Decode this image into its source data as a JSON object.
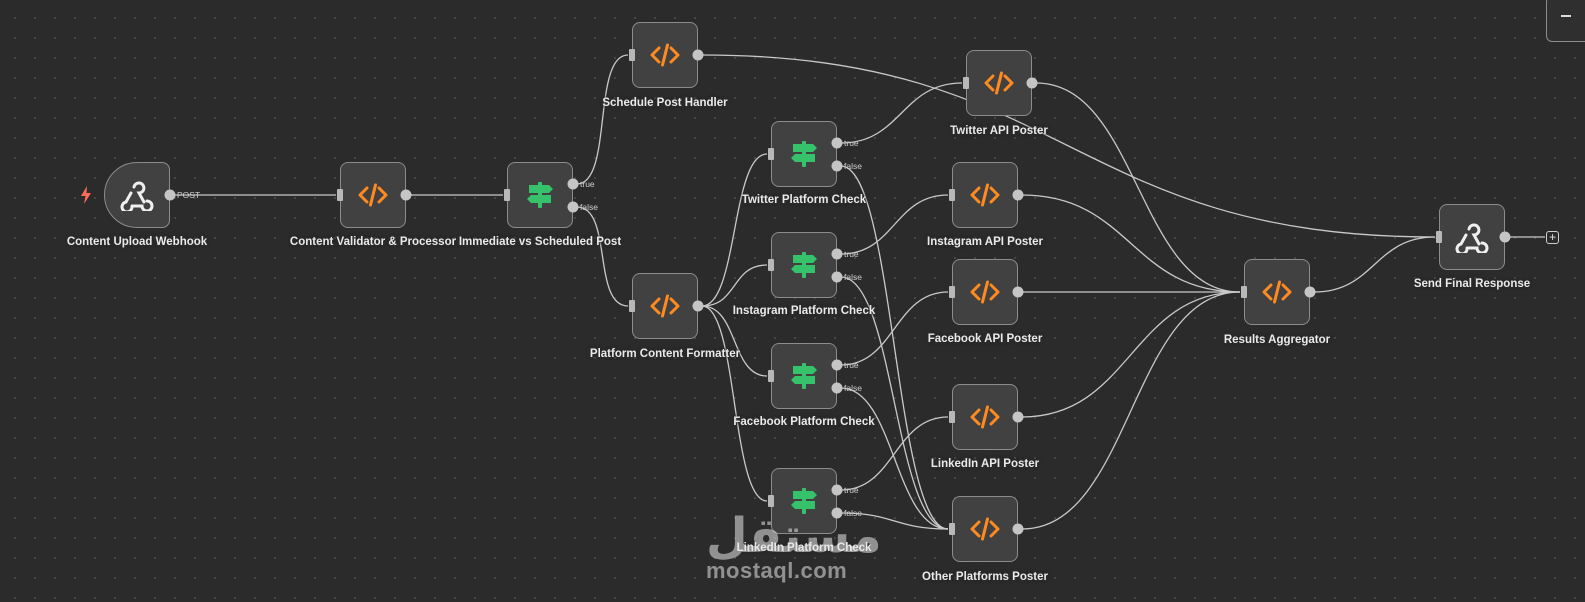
{
  "canvas": {
    "background": "#2b2b2b",
    "grid_dot_color": "#4a4a4a"
  },
  "colors": {
    "code_icon": "#ff8a1f",
    "if_icon": "#35c26b",
    "trigger_bolt": "#ff6d5a",
    "edge": "#c9c9c9"
  },
  "nodes": [
    {
      "id": "webhook",
      "label": "Content Upload Webhook",
      "icon": "webhook-icon"
    },
    {
      "id": "validator",
      "label": "Content Validator & Processor",
      "icon": "code-icon"
    },
    {
      "id": "ifsched",
      "label": "Immediate vs Scheduled Post",
      "icon": "if-icon"
    },
    {
      "id": "schedule",
      "label": "Schedule Post Handler",
      "icon": "code-icon"
    },
    {
      "id": "formatter",
      "label": "Platform Content Formatter",
      "icon": "code-icon"
    },
    {
      "id": "twcheck",
      "label": "Twitter Platform Check",
      "icon": "if-icon"
    },
    {
      "id": "igcheck",
      "label": "Instagram Platform Check",
      "icon": "if-icon"
    },
    {
      "id": "fbcheck",
      "label": "Facebook Platform Check",
      "icon": "if-icon"
    },
    {
      "id": "licheck",
      "label": "LinkedIn Platform Check",
      "icon": "if-icon"
    },
    {
      "id": "twpost",
      "label": "Twitter API Poster",
      "icon": "code-icon"
    },
    {
      "id": "igpost",
      "label": "Instagram API Poster",
      "icon": "code-icon"
    },
    {
      "id": "fbpost",
      "label": "Facebook API Poster",
      "icon": "code-icon"
    },
    {
      "id": "lipost",
      "label": "LinkedIn API Poster",
      "icon": "code-icon"
    },
    {
      "id": "otherpost",
      "label": "Other Platforms Poster",
      "icon": "code-icon"
    },
    {
      "id": "aggregator",
      "label": "Results Aggregator",
      "icon": "code-icon"
    },
    {
      "id": "final",
      "label": "Send Final Response",
      "icon": "webhook-icon"
    }
  ],
  "port_labels": {
    "post": "POST",
    "true": "true",
    "false": "false"
  },
  "connections": [
    [
      "webhook",
      "main",
      "validator"
    ],
    [
      "validator",
      "main",
      "ifsched"
    ],
    [
      "ifsched",
      "true",
      "schedule"
    ],
    [
      "ifsched",
      "false",
      "formatter"
    ],
    [
      "schedule",
      "main",
      "final"
    ],
    [
      "formatter",
      "main",
      "twcheck"
    ],
    [
      "formatter",
      "main",
      "igcheck"
    ],
    [
      "formatter",
      "main",
      "fbcheck"
    ],
    [
      "formatter",
      "main",
      "licheck"
    ],
    [
      "twcheck",
      "true",
      "twpost"
    ],
    [
      "twcheck",
      "false",
      "otherpost"
    ],
    [
      "igcheck",
      "true",
      "igpost"
    ],
    [
      "igcheck",
      "false",
      "otherpost"
    ],
    [
      "fbcheck",
      "true",
      "fbpost"
    ],
    [
      "fbcheck",
      "false",
      "otherpost"
    ],
    [
      "licheck",
      "true",
      "lipost"
    ],
    [
      "licheck",
      "false",
      "otherpost"
    ],
    [
      "twpost",
      "main",
      "aggregator"
    ],
    [
      "igpost",
      "main",
      "aggregator"
    ],
    [
      "fbpost",
      "main",
      "aggregator"
    ],
    [
      "lipost",
      "main",
      "aggregator"
    ],
    [
      "otherpost",
      "main",
      "aggregator"
    ],
    [
      "aggregator",
      "main",
      "final"
    ]
  ],
  "add_button": "+",
  "watermark": {
    "arabic": "مستقل",
    "latin": "mostaql.com"
  }
}
